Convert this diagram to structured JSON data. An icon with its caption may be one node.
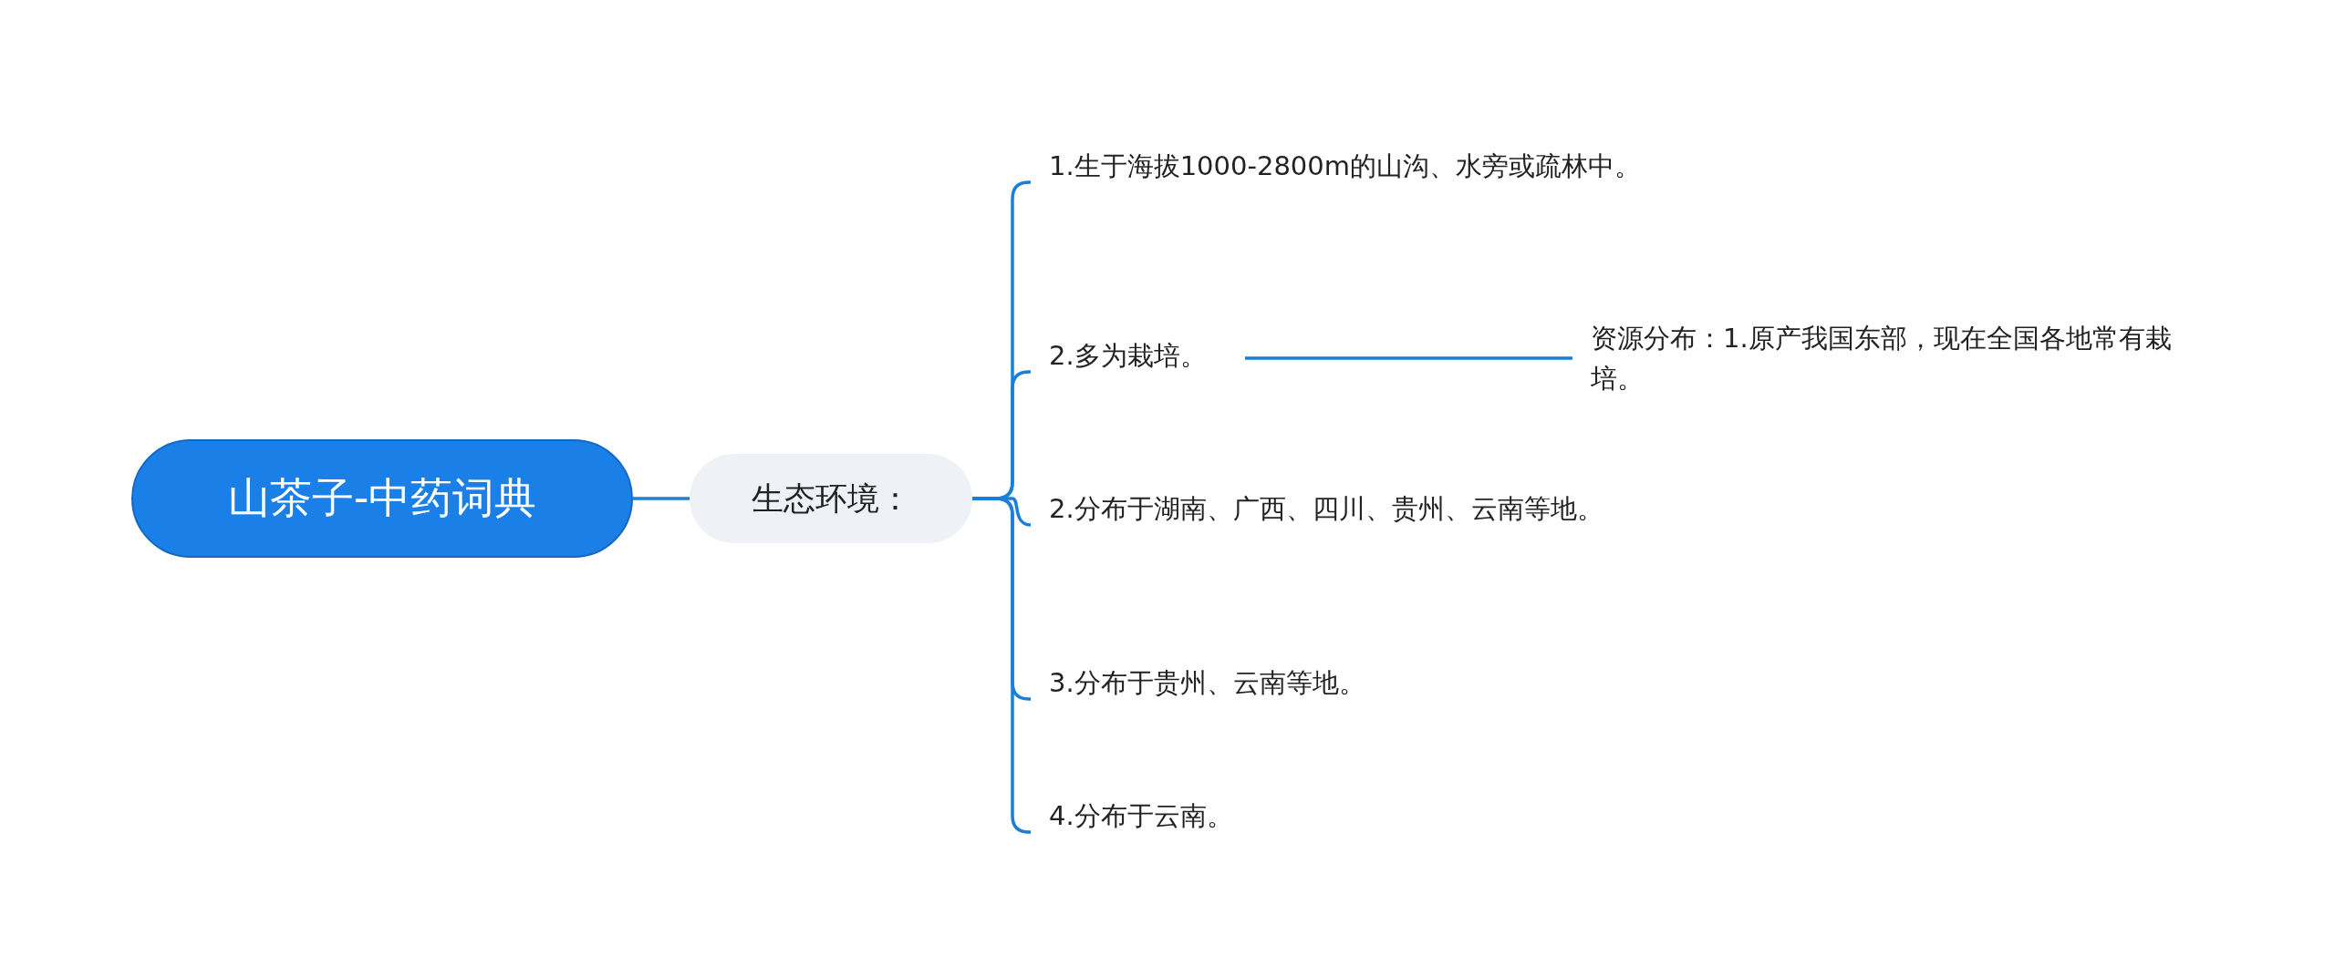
{
  "diagram": {
    "nodes": [
      {
        "text": [
          "山茶子-中药词典"
        ]
      },
      {
        "text": [
          "生态环境："
        ]
      },
      {
        "text": [
          "1.生于海拔1000-2800m的山沟、水旁或疏林中。"
        ]
      },
      {
        "text": [
          "2.多为栽培。"
        ]
      },
      {
        "text": [
          "2.分布于湖南、广西、四川、贵州、云南等地。"
        ]
      },
      {
        "text": [
          "3.分布于贵州、云南等地。"
        ]
      },
      {
        "text": [
          "4.分布于云南。"
        ]
      },
      {
        "text": [
          "资源分布：1.原产我国东部，现在全国各地常有栽培。"
        ]
      }
    ],
    "edges": [
      {
        "from": 0,
        "to": 1,
        "arrow": "none"
      },
      {
        "from": 1,
        "to": 2,
        "arrow": "none"
      },
      {
        "from": 1,
        "to": 3,
        "arrow": "none"
      },
      {
        "from": 1,
        "to": 4,
        "arrow": "none"
      },
      {
        "from": 1,
        "to": 5,
        "arrow": "none"
      },
      {
        "from": 1,
        "to": 6,
        "arrow": "none"
      },
      {
        "from": 3,
        "to": 7,
        "arrow": "none"
      }
    ]
  }
}
